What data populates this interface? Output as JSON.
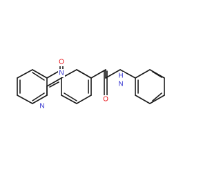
{
  "molecule": {
    "labels": {
      "o1": "O",
      "n3": "N",
      "n1": "N",
      "o2": "O",
      "nh_n": "N",
      "nh_h": "H"
    },
    "colors": {
      "bond": "#1a1a1a",
      "oxygen": "#e8141a",
      "nitrogen": "#2a2acd"
    }
  }
}
